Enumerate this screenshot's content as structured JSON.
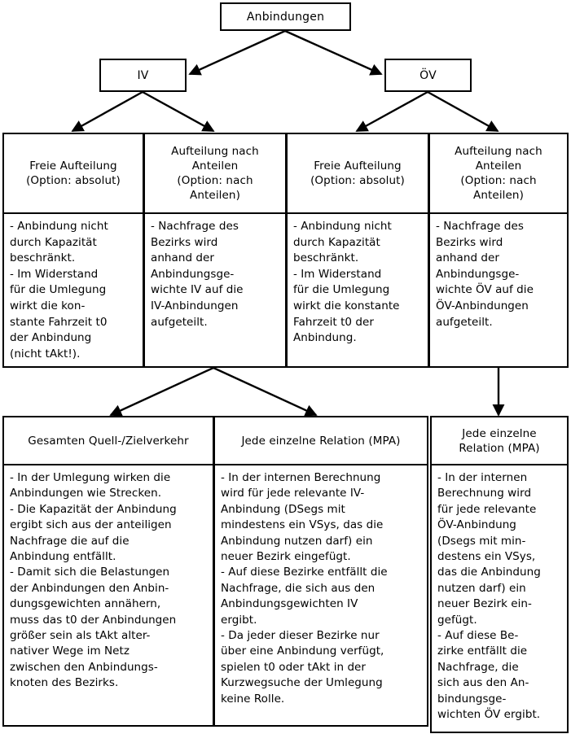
{
  "diagram": {
    "title": "Anbindungen",
    "type": "tree-diagram",
    "stroke_color": "#000000",
    "background_color": "#ffffff"
  },
  "root": {
    "label": "Anbindungen"
  },
  "modes": [
    {
      "id": "iv",
      "label": "IV"
    },
    {
      "id": "oev",
      "label": "ÖV"
    }
  ],
  "options": [
    {
      "id": "iv-frei",
      "header": "Freie Aufteilung\n(Option: absolut)",
      "body": "-  Anbindung nicht\ndurch Kapazität\nbeschränkt.\n-  Im Widerstand\nfür die Umlegung\nwirkt die kon-\nstante Fahrzeit t0\nder Anbindung\n(nicht tAkt!)."
    },
    {
      "id": "iv-anteilen",
      "header": "Aufteilung nach\nAnteilen\n(Option: nach\nAnteilen)",
      "body": "-  Nachfrage des\nBezirks wird\nanhand der\nAnbindungsge-\nwichte IV auf die\nIV-Anbindungen\naufgeteilt."
    },
    {
      "id": "oev-frei",
      "header": "Freie Aufteilung\n(Option: absolut)",
      "body": "-  Anbindung  nicht\ndurch Kapazität\nbeschränkt.\n-  Im Widerstand\nfür die Umlegung\nwirkt die konstante\nFahrzeit t0 der\nAnbindung."
    },
    {
      "id": "oev-anteilen",
      "header": "Aufteilung nach\nAnteilen\n(Option: nach\nAnteilen)",
      "body": "-  Nachfrage des\nBezirks wird\nanhand der\nAnbindungsge-\nwichte ÖV auf die\nÖV-Anbindungen\naufgeteilt."
    }
  ],
  "methods": [
    {
      "id": "gesamt-quell-ziel",
      "header": "Gesamten Quell-/Zielverkehr",
      "body": "-  In der Umlegung wirken die\nAnbindungen wie Strecken.\n- Die Kapazität der Anbindung\nergibt sich aus der anteiligen\nNachfrage die auf die\nAnbindung entfällt.\n-  Damit sich die Belastungen\nder Anbindungen den Anbin-\ndungsgewichten annähern,\nmuss das t0 der Anbindungen\ngrößer sein als tAkt alter-\nnativer Wege im Netz\nzwischen den Anbindungs-\nknoten des Bezirks."
    },
    {
      "id": "relation-mpa-iv",
      "header": "Jede einzelne Relation (MPA)",
      "body": "-  In der internen Berechnung\nwird für jede relevante IV-\nAnbindung (DSegs mit\nmindestens ein VSys, das die\nAnbindung nutzen darf) ein\nneuer Bezirk eingefügt.\n-  Auf diese Bezirke entfällt die\nNachfrage, die sich aus den\nAnbindungsgewichten IV\nergibt.\n- Da jeder dieser Bezirke nur\nüber eine Anbindung verfügt,\nspielen t0 oder tAkt in der\nKurzwegsuche der Umlegung\nkeine Rolle."
    },
    {
      "id": "relation-mpa-oev",
      "header": "Jede einzelne\nRelation (MPA)",
      "body": "-  In der internen\nBerechnung wird\nfür jede relevante\nÖV-Anbindung\n(Dsegs mit min-\ndestens ein VSys,\ndas die Anbindung\nnutzen darf) ein\nneuer Bezirk ein-\ngefügt.\n-  Auf diese Be-\nzirke entfällt die\nNachfrage, die\nsich aus den An-\nbindungsge-\nwichten ÖV ergibt."
    }
  ],
  "connectors": [
    {
      "id": "root-to-iv",
      "from": "Anbindungen",
      "to": "IV"
    },
    {
      "id": "root-to-oev",
      "from": "Anbindungen",
      "to": "ÖV"
    },
    {
      "id": "iv-to-frei",
      "from": "IV",
      "to": "Freie Aufteilung (Option: absolut)"
    },
    {
      "id": "iv-to-anteilen",
      "from": "IV",
      "to": "Aufteilung nach Anteilen (Option: nach Anteilen)"
    },
    {
      "id": "oev-to-frei",
      "from": "ÖV",
      "to": "Freie Aufteilung (Option: absolut)"
    },
    {
      "id": "oev-to-anteilen",
      "from": "ÖV",
      "to": "Aufteilung nach Anteilen (Option: nach Anteilen)"
    },
    {
      "id": "iv-anteilen-to-gesamt",
      "from": "Aufteilung nach Anteilen IV",
      "to": "Gesamten Quell-/Zielverkehr"
    },
    {
      "id": "iv-anteilen-to-relation",
      "from": "Aufteilung nach Anteilen IV",
      "to": "Jede einzelne Relation (MPA)"
    },
    {
      "id": "oev-anteilen-to-relation",
      "from": "Aufteilung nach Anteilen ÖV",
      "to": "Jede einzelne Relation (MPA)"
    }
  ]
}
